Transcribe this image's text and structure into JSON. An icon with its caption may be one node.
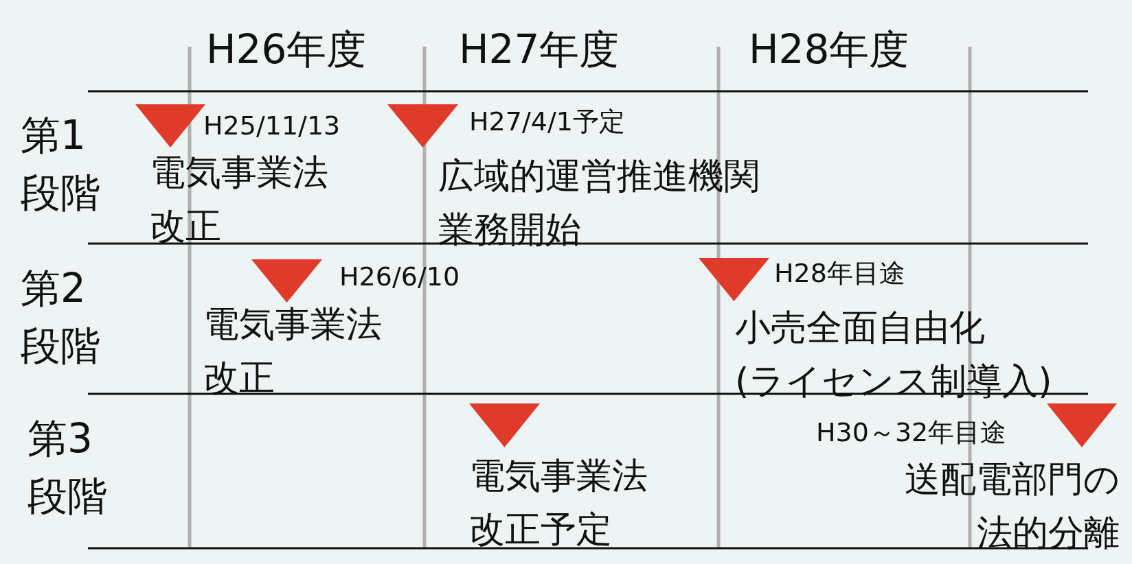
{
  "diagram": {
    "nodes": [
      {
        "text": [],
        "shape": "triangle"
      },
      {
        "text": [],
        "shape": "triangle"
      },
      {
        "text": [],
        "shape": "triangle"
      },
      {
        "text": [],
        "shape": "triangle"
      },
      {
        "text": [],
        "shape": "triangle"
      },
      {
        "text": [],
        "shape": "triangle"
      }
    ],
    "labels": [
      "H26年度",
      "H27年度",
      "H28年度",
      "第1段階",
      "H25/11/13",
      "電気事業法改正",
      "H27/4/1予定",
      "広域的運営推進機関業務開始",
      "第2段階",
      "H26/6/10",
      "電気事業法改正",
      "H28年目途",
      "小売全面自由化(ライセンス制導入)",
      "第3段階",
      "H30～32年目途",
      "電気事業法改正予定",
      "送配電部門の法的分離"
    ]
  }
}
